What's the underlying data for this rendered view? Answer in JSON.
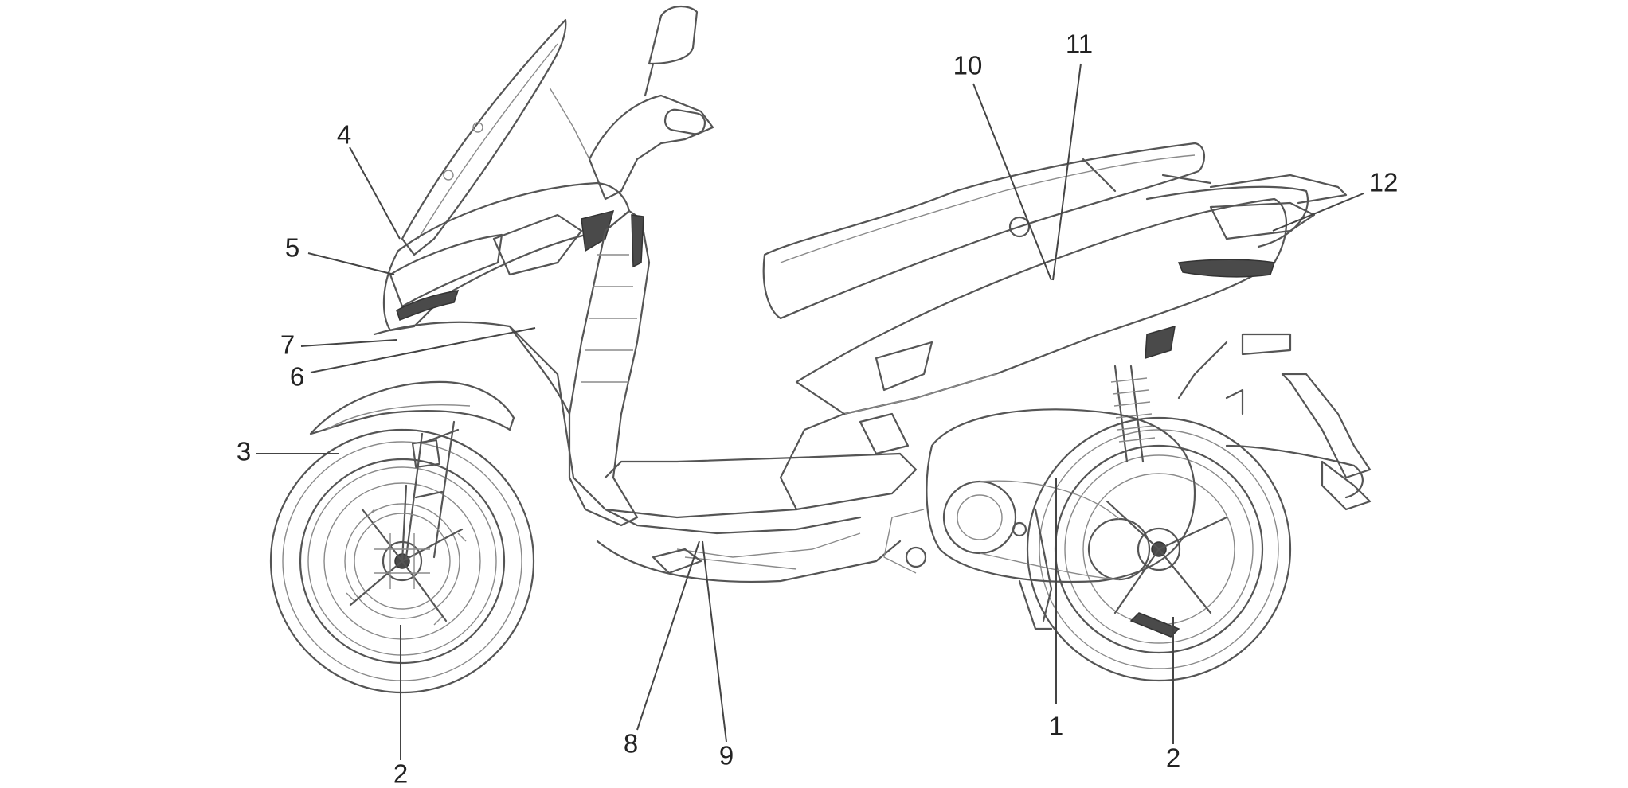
{
  "diagram": {
    "subject-icon": "scooter-line-drawing",
    "callouts": [
      {
        "id": "c1",
        "label": "1"
      },
      {
        "id": "c2a",
        "label": "2"
      },
      {
        "id": "c2b",
        "label": "2"
      },
      {
        "id": "c3",
        "label": "3"
      },
      {
        "id": "c4",
        "label": "4"
      },
      {
        "id": "c5",
        "label": "5"
      },
      {
        "id": "c6",
        "label": "6"
      },
      {
        "id": "c7",
        "label": "7"
      },
      {
        "id": "c8",
        "label": "8"
      },
      {
        "id": "c9",
        "label": "9"
      },
      {
        "id": "c10",
        "label": "10"
      },
      {
        "id": "c11",
        "label": "11"
      },
      {
        "id": "c12",
        "label": "12"
      }
    ]
  }
}
